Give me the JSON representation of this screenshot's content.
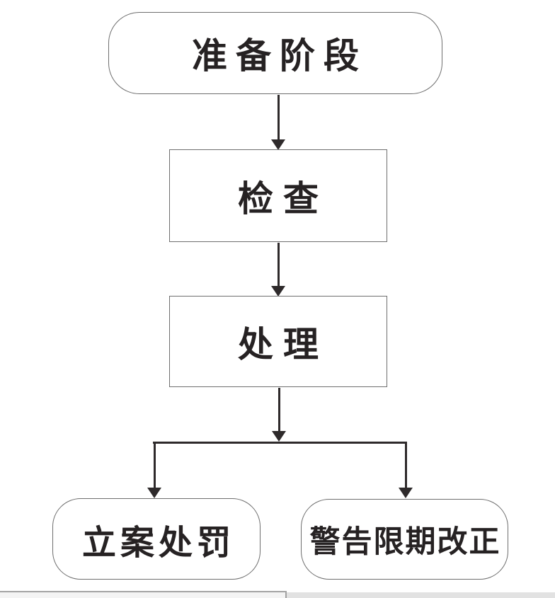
{
  "flowchart": {
    "nodes": [
      {
        "id": "start",
        "shape": "stadium",
        "label": "准备阶段"
      },
      {
        "id": "inspect",
        "shape": "rectangle",
        "label": "检查"
      },
      {
        "id": "handle",
        "shape": "rectangle",
        "label": "处理"
      },
      {
        "id": "file-case",
        "shape": "stadium",
        "label": "立案处罚"
      },
      {
        "id": "warn-correct",
        "shape": "stadium",
        "label": "警告限期改正"
      }
    ],
    "edges": [
      {
        "from": "start",
        "to": "inspect"
      },
      {
        "from": "inspect",
        "to": "handle"
      },
      {
        "from": "handle",
        "to": "file-case"
      },
      {
        "from": "handle",
        "to": "warn-correct"
      }
    ],
    "colors": {
      "background": "#ffffff",
      "node_fill": "#ffffff",
      "node_border": "#6e6e6e",
      "text": "#262223",
      "arrow": "#2e2a2b"
    }
  },
  "scrollbar": {
    "orientation": "horizontal",
    "thumb_color": "#f4f4f4",
    "thumb_border_color": "#a3a3a3",
    "track_color": "#e2e2e2"
  }
}
